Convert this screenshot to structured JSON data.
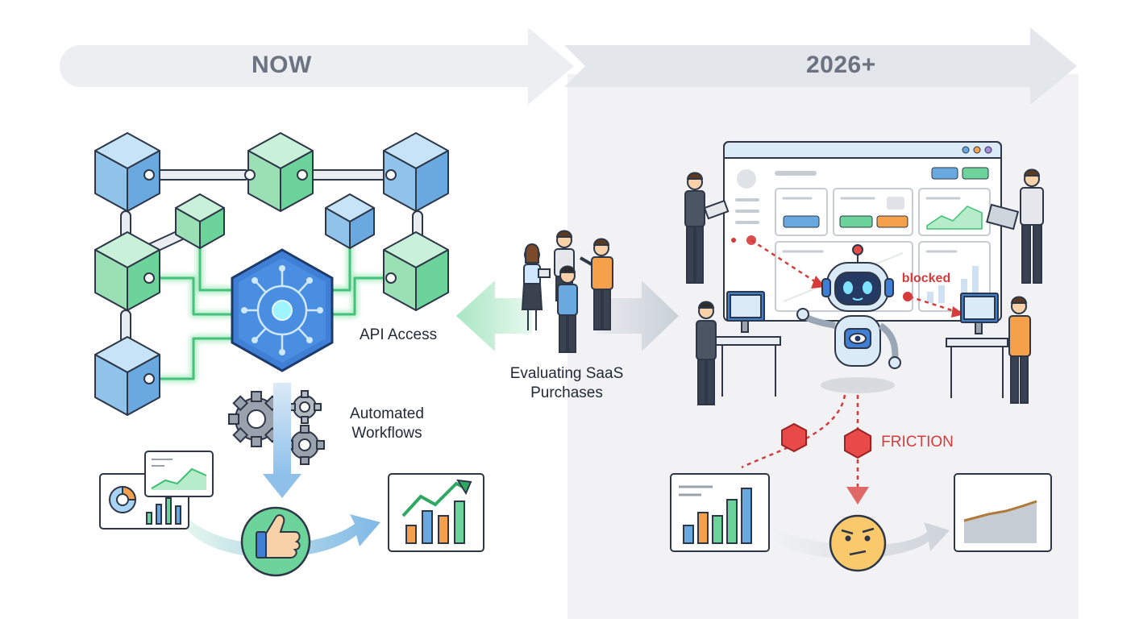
{
  "timeline": {
    "now_label": "NOW",
    "future_label": "2026+"
  },
  "labels": {
    "api_access": "API Access",
    "automated_workflows_line1": "Automated",
    "automated_workflows_line2": "Workflows",
    "evaluating_line1": "Evaluating SaaS",
    "evaluating_line2": "Purchases",
    "blocked": "blocked",
    "friction": "FRICTION"
  },
  "colors": {
    "green": "#6cd39a",
    "blue": "#6aa8e0",
    "hub": "#3f7fd6",
    "red": "#d63b3b",
    "panel": "#f2f2f4",
    "arrow_gray": "#dfe3e8"
  },
  "icons": {
    "hub": "circuit-brain-icon",
    "gears": "gears-icon",
    "approval": "thumbs-up-icon",
    "robot": "robot-agent-icon",
    "confused": "confused-face-icon"
  }
}
